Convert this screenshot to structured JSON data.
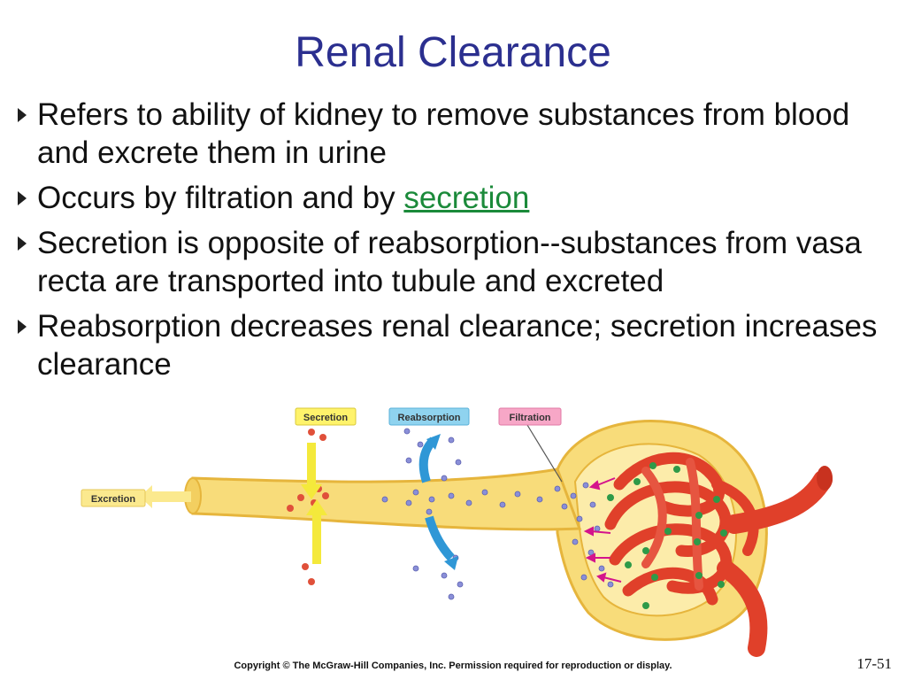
{
  "slide": {
    "title": "Renal Clearance",
    "bullets": [
      {
        "text": "Refers to ability of kidney to remove substances from blood and excrete them in urine"
      },
      {
        "text_before": "Occurs by filtration and by ",
        "link": "secretion"
      },
      {
        "text": "Secretion is opposite of reabsorption--substances from vasa recta are transported into tubule and excreted"
      },
      {
        "text": "Reabsorption decreases renal clearance; secretion increases clearance"
      }
    ],
    "copyright": "Copyright © The McGraw-Hill Companies, Inc. Permission required for reproduction or display.",
    "slide_number": "17-51"
  },
  "diagram": {
    "labels": {
      "secretion": "Secretion",
      "reabsorption": "Reabsorption",
      "filtration": "Filtration",
      "excretion": "Excretion"
    },
    "colors": {
      "tubule": "#f8dc7a",
      "tubule_edge": "#e6b53c",
      "capillary": "#e0402a",
      "secretion_label_bg": "#fff36b",
      "reabsorption_label_bg": "#8fd3ef",
      "filtration_label_bg": "#f7a7c7",
      "secretion_arrow": "#f4e93b",
      "reabsorption_arrow": "#2f97d6",
      "filtration_arrow": "#d4148c",
      "solute_red": "#e0503a",
      "solute_blue": "#8a8fd8",
      "solute_green": "#2e9a48"
    }
  }
}
